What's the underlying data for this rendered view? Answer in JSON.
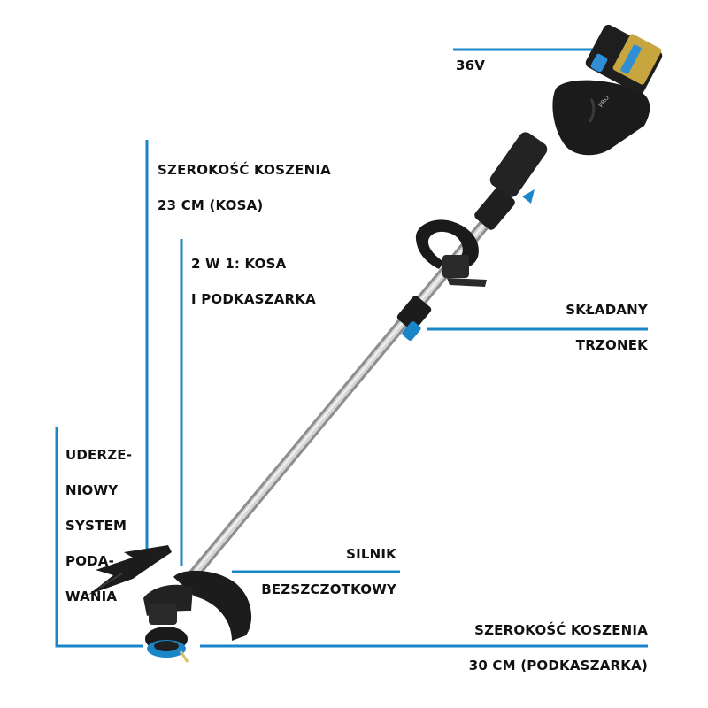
{
  "colors": {
    "accent": "#1a86c8",
    "body_dark": "#1c1c1c",
    "shaft": "#b8b8b8",
    "battery_blue": "#2f8fd6",
    "text": "#111111"
  },
  "callouts": {
    "voltage": "36V",
    "cut_width_blade_line1": "SZEROKOŚĆ KOSZENIA",
    "cut_width_blade_line2": "23 CM (KOSA)",
    "two_in_one_line1": "2 W 1: KOSA",
    "two_in_one_line2": "I PODKASZARKA",
    "folding_shaft_line1": "SKŁADANY",
    "folding_shaft_line2": "TRZONEK",
    "bump_feed_line1": "UDERZE-",
    "bump_feed_line2": "NIOWY",
    "bump_feed_line3": "SYSTEM",
    "bump_feed_line4": "PODA-",
    "bump_feed_line5": "WANIA",
    "motor_line1": "SILNIK",
    "motor_line2": "BEZSZCZOTKOWY",
    "cut_width_trimmer_line1": "SZEROKOŚĆ KOSZENIA",
    "cut_width_trimmer_line2": "30 CM (PODKASZARKA)"
  },
  "product": {
    "icons": [
      "battery-icon",
      "motor-head-icon",
      "blade-icon",
      "handle-icon"
    ]
  }
}
